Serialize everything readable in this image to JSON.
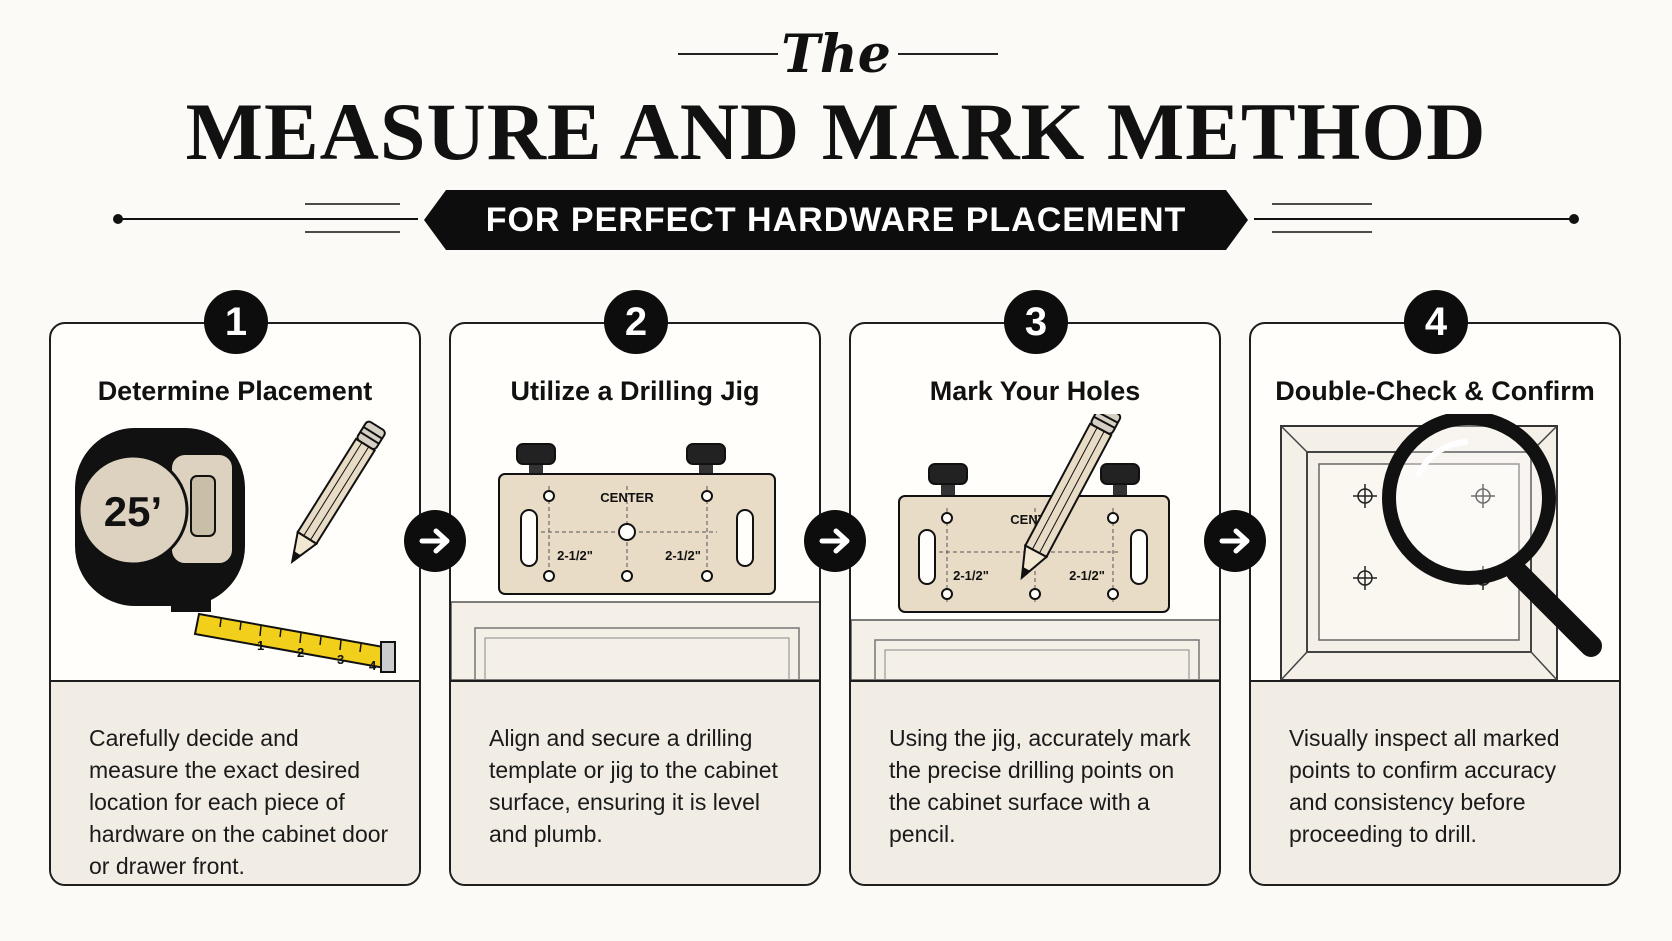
{
  "header": {
    "pre_title": "The",
    "title": "MEASURE AND MARK METHOD",
    "subtitle": "FOR PERFECT HARDWARE PLACEMENT"
  },
  "steps": [
    {
      "number": "1",
      "title": "Determine Placement",
      "description": "Carefully decide and measure the exact desired location for each piece of hardware on the cabinet door or drawer front.",
      "illustration": "tape-measure-and-pencil",
      "tape_label": "25’",
      "ruler_ticks": [
        "1",
        "2",
        "3",
        "4"
      ]
    },
    {
      "number": "2",
      "title": "Utilize a Drilling Jig",
      "description": "Align and secure a drilling template or jig to the cabinet surface, ensuring it is level and plumb.",
      "illustration": "drilling-jig",
      "jig_center_label": "CENTER",
      "jig_left_label": "2-1/2\"",
      "jig_right_label": "2-1/2\""
    },
    {
      "number": "3",
      "title": "Mark Your Holes",
      "description": "Using the jig, accurately mark the precise drilling points on the cabinet surface with a pencil.",
      "illustration": "jig-with-pencil",
      "jig_center_label": "CENTER",
      "jig_left_label": "2-1/2\"",
      "jig_right_label": "2-1/2\""
    },
    {
      "number": "4",
      "title": "Double-Check & Confirm",
      "description": "Visually inspect all marked points to confirm accuracy and consistency before proceeding to drill.",
      "illustration": "magnifying-glass-over-door"
    }
  ],
  "colors": {
    "ink": "#111111",
    "card_bg": "#fffefb",
    "desc_bg": "#f1ece4",
    "jig": "#e8dcc6",
    "tape_yellow": "#f2cf1a",
    "tape_body": "#dcd2bf"
  }
}
